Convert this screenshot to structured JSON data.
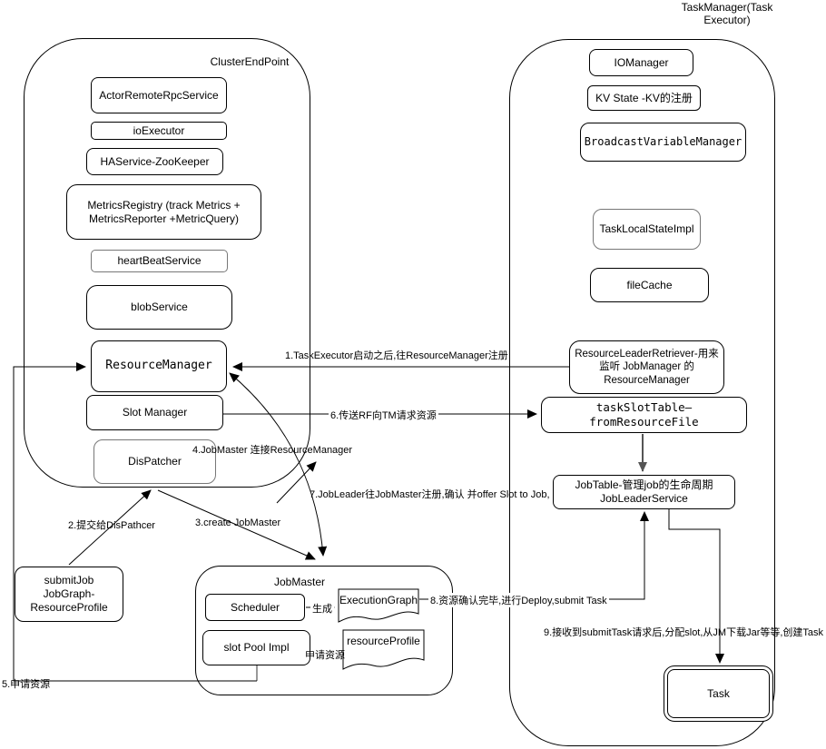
{
  "titles": {
    "cluster": "ClusterEndPoint",
    "task_manager": "TaskManager(Task\nExecutor)",
    "job_master": "JobMaster"
  },
  "cluster_nodes": {
    "actor_remote_rpc_service": "ActorRemoteRpcService",
    "io_executor": "ioExecutor",
    "ha_service": "HAService-ZooKeeper",
    "metrics_registry": "MetricsRegistry (track Metrics +\nMetricsReporter +MetricQuery)",
    "heart_beat_service": "heartBeatService",
    "blob_service": "blobService",
    "resource_manager": "ResourceManager",
    "slot_manager": "Slot Manager",
    "dispatcher": "DisPatcher"
  },
  "task_manager_nodes": {
    "io_manager": "IOManager",
    "kv_state": "KV State -KV的注册",
    "broadcast_variable_manager": "BroadcastVariableManager",
    "task_local_state_impl": "TaskLocalStateImpl",
    "file_cache": "fileCache",
    "resource_leader_retriever": "ResourceLeaderRetriever-用来\n监听 JobManager 的\nResourceManager",
    "task_slot_table": "taskSlotTable—fromResourceFile",
    "job_table": "JobTable-管理job的生命周期\nJobLeaderService",
    "task": "Task"
  },
  "job_master_nodes": {
    "scheduler": "Scheduler",
    "slot_pool_impl": "slot Pool Impl",
    "execution_graph": "ExecutionGraph",
    "resource_profile": "resourceProfile"
  },
  "external_nodes": {
    "submit_job": "submitJob\nJobGraph-\nResourceProfile"
  },
  "edge_labels": {
    "e1": "1.TaskExecutor启动之后,往ResourceManager注册",
    "e2": "2.提交给DisPathcer",
    "e3": "3.create JobMaster",
    "e4": "4.JobMaster 连接ResourceManager",
    "e5": "5.申请资源",
    "e6": "6.传送RF向TM请求资源",
    "e7": "7.JobLeader往JobMaster注册,确认 并offer Slot to Job,",
    "e8": "8.资源确认完毕,进行Deploy,submit Task",
    "e9": "9.接收到submitTask请求后,分配slot,从JM下载Jar等等,创建Task",
    "generate": "生成",
    "apply_resource": "申请资源"
  },
  "colors": {
    "stroke": "#000000",
    "muted": "#777777",
    "background": "#ffffff"
  }
}
